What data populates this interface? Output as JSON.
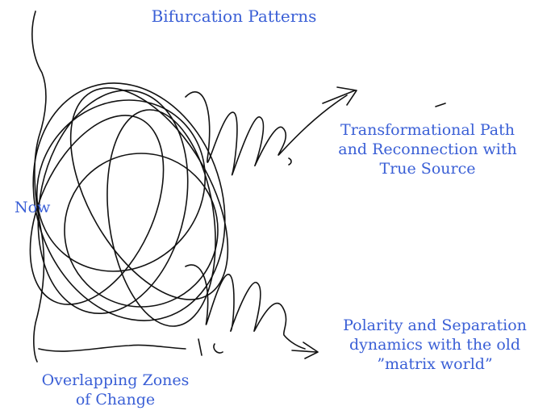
{
  "title": "Bifurcation Patterns",
  "labels": {
    "upper_path": [
      "Transformational Path",
      "and Reconnection with",
      "True Source"
    ],
    "now": "Now",
    "lower_path": [
      "Polarity and Separation",
      "dynamics with the old",
      "”matrix world”"
    ],
    "zones": [
      "Overlapping Zones",
      "of Change"
    ]
  },
  "colors": {
    "label": "#3a5fd6",
    "ink": "#111111"
  },
  "icons": [
    "upper-arrow-icon",
    "lower-arrow-icon"
  ]
}
